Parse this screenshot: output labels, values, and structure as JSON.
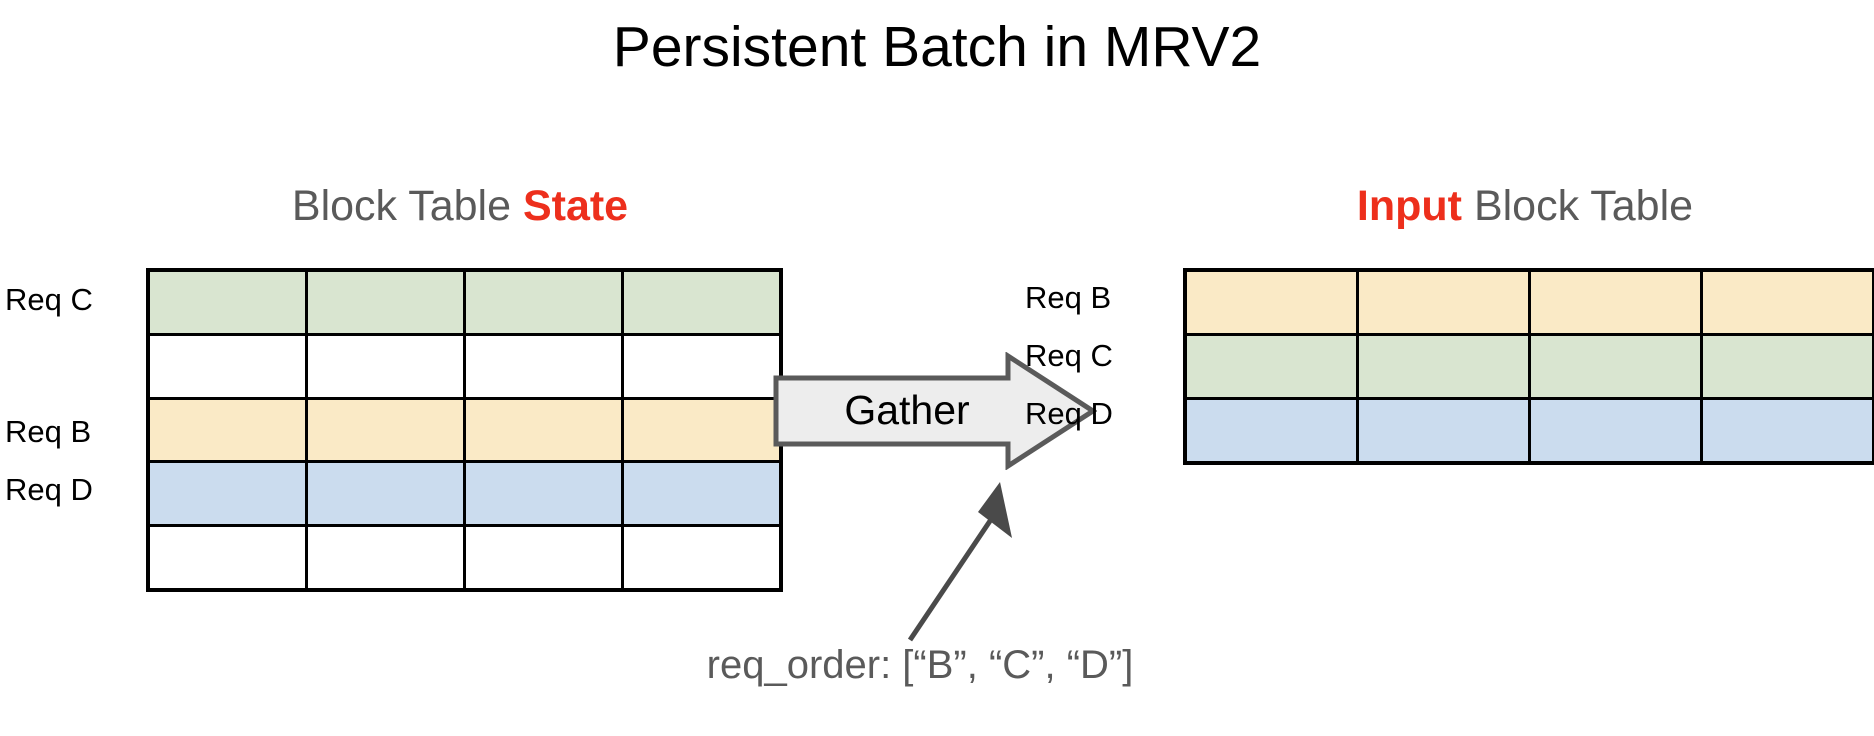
{
  "slide": {
    "title": "Persistent Batch in MRV2",
    "background": "#ffffff"
  },
  "colors": {
    "accent_red": "#ed2f1c",
    "heading_gray": "#5a5a5a",
    "cell_green": "#d9e5d0",
    "cell_yellow": "#faeac6",
    "cell_blue": "#cbdcee",
    "cell_empty": "#ffffff",
    "border_black": "#000000",
    "arrow_fill": "#ededed",
    "arrow_stroke": "#5a5a5a",
    "callout_arrow": "#4a4a4a"
  },
  "left_panel": {
    "heading_prefix": "Block Table ",
    "heading_accent": "State",
    "rows": 5,
    "cols": 4,
    "row_labels": [
      "Req C",
      "",
      "Req B",
      "Req D",
      ""
    ],
    "row_colors": [
      "green",
      "empty",
      "yellow",
      "blue",
      "empty"
    ]
  },
  "right_panel": {
    "heading_accent": "Input",
    "heading_suffix": " Block Table",
    "rows": 3,
    "cols": 4,
    "row_labels": [
      "Req B",
      "Req C",
      "Req D"
    ],
    "row_colors": [
      "yellow",
      "green",
      "blue"
    ]
  },
  "gather": {
    "label": "Gather",
    "icon": "right-block-arrow-icon"
  },
  "callout": {
    "icon": "up-arrow-icon",
    "caption": "req_order: [“B”, “C”, “D”]"
  }
}
